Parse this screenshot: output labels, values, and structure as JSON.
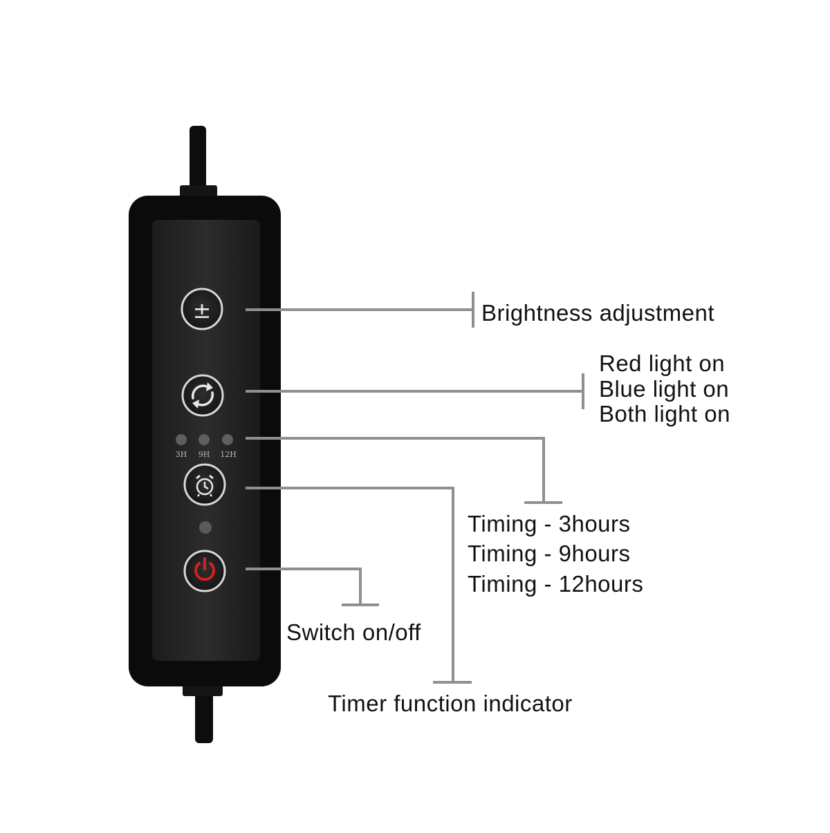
{
  "controller": {
    "buttons": [
      {
        "name": "brightness",
        "icon": "plus-minus-icon",
        "glyph": "±"
      },
      {
        "name": "color-mode",
        "icon": "cycle-arrows-icon"
      },
      {
        "name": "timer",
        "icon": "alarm-clock-icon"
      },
      {
        "name": "power",
        "icon": "power-icon"
      }
    ],
    "timer_leds": [
      "3H",
      "9H",
      "12H"
    ],
    "colors": {
      "power_icon": "#d42020",
      "body": "#0b0b0b",
      "panel": "#262626",
      "leader_line": "#8f8f8f"
    }
  },
  "callouts": {
    "brightness": "Brightness adjustment",
    "color_modes": [
      "Red light on",
      "Blue light on",
      "Both light on"
    ],
    "timings": [
      "Timing - 3hours",
      "Timing - 9hours",
      "Timing - 12hours"
    ],
    "switch": "Switch on/off",
    "timer_indicator": "Timer function indicator"
  }
}
